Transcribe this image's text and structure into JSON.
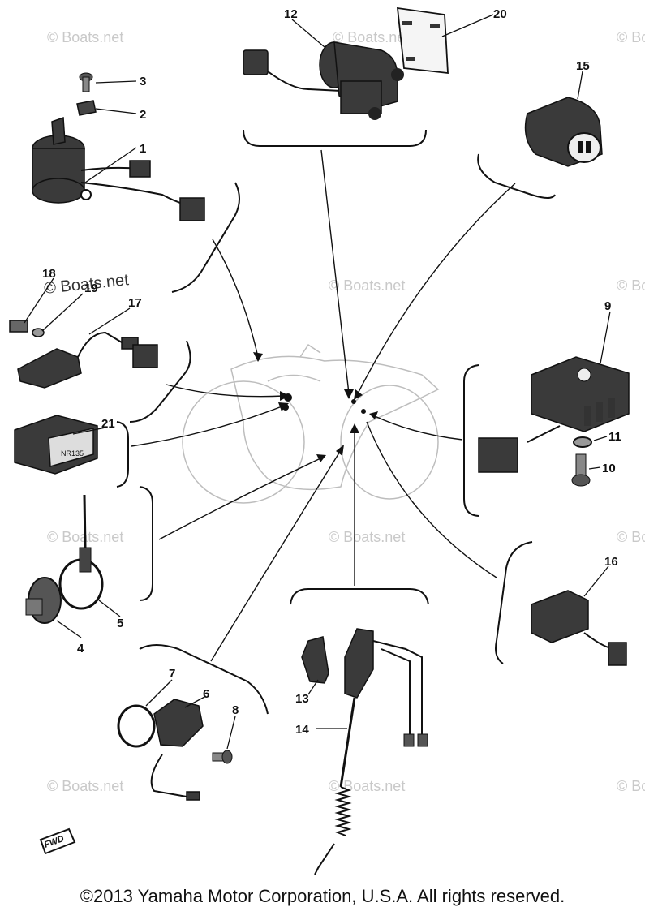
{
  "watermark": {
    "text": "© Boats.net",
    "color": "#c9c9c9"
  },
  "callouts": {
    "p1": "1",
    "p2": "2",
    "p3": "3",
    "p4": "4",
    "p5": "5",
    "p6": "6",
    "p7": "7",
    "p8": "8",
    "p9": "9",
    "p10": "10",
    "p11": "11",
    "p12": "12",
    "p13": "13",
    "p14": "14",
    "p15": "15",
    "p16": "16",
    "p17": "17",
    "p18": "18",
    "p19": "19",
    "p20": "20",
    "p21": "21"
  },
  "part_labels": {
    "relay_21": "NR135",
    "fwd_arrow": "FWD"
  },
  "copyright": "©2013 Yamaha Motor Corporation, U.S.A. All rights reserved."
}
